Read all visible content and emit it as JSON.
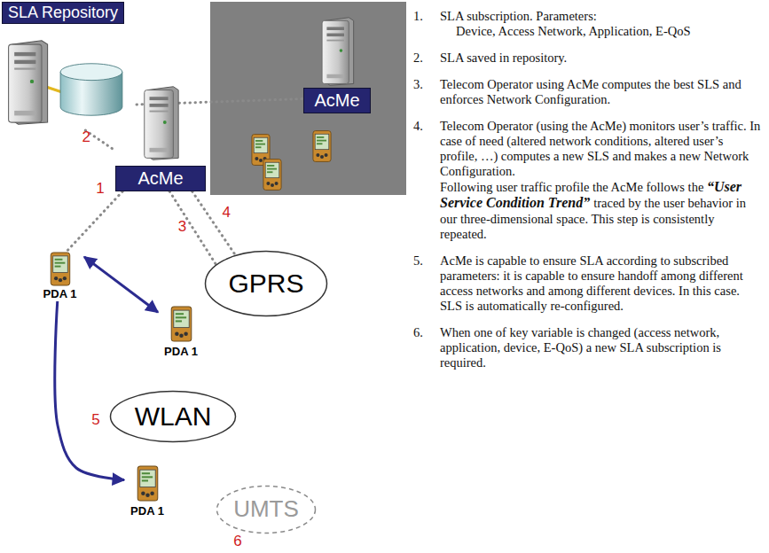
{
  "diagram": {
    "nodes": [
      {
        "text": [
          "SLA Repository"
        ]
      },
      {
        "text": [
          "AcMe"
        ]
      },
      {
        "text": [
          "AcMe"
        ]
      },
      {
        "text": [
          "PDA 1"
        ]
      },
      {
        "text": [
          "PDA 1"
        ]
      },
      {
        "text": [
          "GPRS"
        ]
      },
      {
        "text": [
          "WLAN"
        ]
      },
      {
        "text": [
          "PDA 1"
        ]
      },
      {
        "text": [
          "UMTS"
        ]
      }
    ],
    "edges": [
      {
        "from": 0,
        "to": 1,
        "arrow": "none"
      },
      {
        "from": 0,
        "to": 2,
        "label": "2",
        "arrow": "none"
      },
      {
        "from": 2,
        "to": 3,
        "arrow": "none"
      },
      {
        "from": 2,
        "to": 5,
        "label": "3",
        "arrow": "none"
      },
      {
        "from": 2,
        "to": 5,
        "label": "4",
        "arrow": "none"
      },
      {
        "from": 3,
        "to": 4,
        "arrow": "both"
      },
      {
        "from": 3,
        "to": 7,
        "arrow": "to"
      }
    ],
    "labels": [
      "1",
      "5",
      "6",
      "1.",
      "SLA subscription. Parameters:",
      "Device, Access Network, Application, E-QoS",
      "2.",
      "SLA saved in repository.",
      "3.",
      "Telecom Operator using AcMe computes the best SLS and enforces Network Configuration.",
      "4.",
      "Telecom Operator (using the AcMe) monitors user’s traffic. In case of need (altered network conditions, altered user’s profile, …) computes a new SLS and makes a new Network Configuration.",
      "Following user traffic profile the AcMe follows the",
      "“User Service Condition Trend”",
      "traced by the user behavior in our three-dimensional space. This step is consistently repeated.",
      "5.",
      "AcMe is capable to ensure SLA according to subscribed parameters: it is capable to ensure handoff among different access networks and among different devices. In this case. SLS is automatically re-configured.",
      "6.",
      "When one of key variable is changed (access network, application, device, E-QoS) a new SLA subscription is required."
    ]
  }
}
